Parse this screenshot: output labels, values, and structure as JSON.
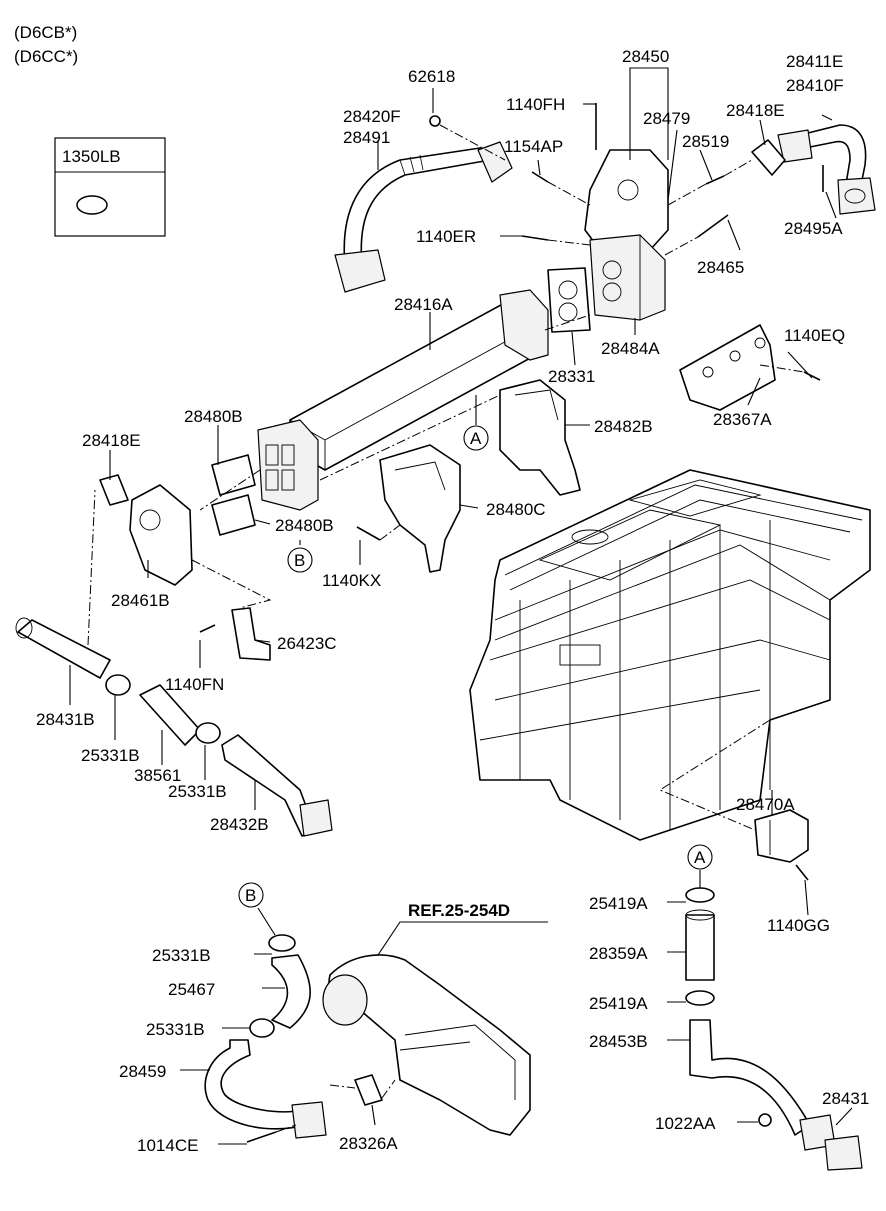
{
  "header": {
    "lines": [
      "(D6CB*)",
      "(D6CC*)"
    ]
  },
  "legend": {
    "part": "1350LB"
  },
  "reference": {
    "text": "REF.25-254D"
  },
  "callouts": [
    "A",
    "A",
    "B",
    "B"
  ],
  "labels": {
    "p62618": "62618",
    "p28450": "28450",
    "p28411E": "28411E",
    "p28410F": "28410F",
    "p1140FH": "1140FH",
    "p28479": "28479",
    "p28418E_top": "28418E",
    "p28420F": "28420F",
    "p28491": "28491",
    "p1154AP": "1154AP",
    "p28519": "28519",
    "p28495A": "28495A",
    "p1140ER": "1140ER",
    "p28465": "28465",
    "p28416A": "28416A",
    "p28484A": "28484A",
    "p1140EQ": "1140EQ",
    "p28331": "28331",
    "p28367A": "28367A",
    "p28480B_top": "28480B",
    "p28482B": "28482B",
    "p28418E_left": "28418E",
    "p28480C": "28480C",
    "p28480B_mid": "28480B",
    "p28461B": "28461B",
    "p1140KX": "1140KX",
    "p26423C": "26423C",
    "p1140FN": "1140FN",
    "p28431B": "28431B",
    "p25331B_a": "25331B",
    "p38561": "38561",
    "p25331B_b": "25331B",
    "p28432B": "28432B",
    "p28470A": "28470A",
    "p25419A_a": "25419A",
    "p1140GG": "1140GG",
    "p28359A": "28359A",
    "p25419A_b": "25419A",
    "p28453B": "28453B",
    "p28431": "28431",
    "p1022AA": "1022AA",
    "p25331B_c": "25331B",
    "p25467": "25467",
    "p25331B_d": "25331B",
    "p28459": "28459",
    "p1014CE": "1014CE",
    "p28326A": "28326A"
  }
}
